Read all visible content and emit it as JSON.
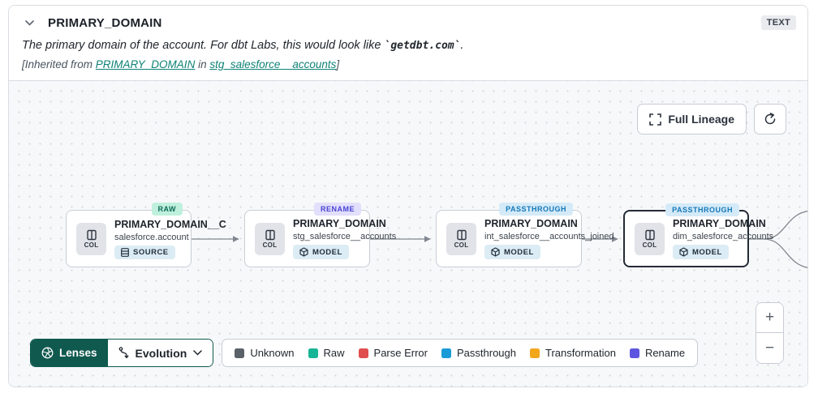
{
  "header": {
    "title": "PRIMARY_DOMAIN",
    "type_badge": "TEXT",
    "description_prefix": "The primary domain of the account. For dbt Labs, this would look like ",
    "description_code": "`getdbt.com`",
    "description_suffix": ".",
    "inherited_prefix": "[Inherited from ",
    "inherited_link_column": "PRIMARY_DOMAIN",
    "inherited_middle": " in ",
    "inherited_link_model": "stg_salesforce__accounts",
    "inherited_suffix": "]"
  },
  "canvas": {
    "full_lineage_label": "Full Lineage",
    "nodes": [
      {
        "evolution_badge": "RAW",
        "title": "PRIMARY_DOMAIN__C",
        "subtitle": "salesforce.account",
        "kind": "SOURCE",
        "col_label": "COL",
        "selected": false
      },
      {
        "evolution_badge": "RENAME",
        "title": "PRIMARY_DOMAIN",
        "subtitle": "stg_salesforce__accounts",
        "kind": "MODEL",
        "col_label": "COL",
        "selected": false
      },
      {
        "evolution_badge": "PASSTHROUGH",
        "title": "PRIMARY_DOMAIN",
        "subtitle": "int_salesforce__accounts_joined",
        "kind": "MODEL",
        "col_label": "COL",
        "selected": false
      },
      {
        "evolution_badge": "PASSTHROUGH",
        "title": "PRIMARY_DOMAIN",
        "subtitle": "dim_salesforce_accounts",
        "kind": "MODEL",
        "col_label": "COL",
        "selected": true
      }
    ]
  },
  "toolbar": {
    "lenses_label": "Lenses",
    "lens_selected": "Evolution"
  },
  "legend": {
    "items": [
      {
        "label": "Unknown",
        "color": "#5b6169"
      },
      {
        "label": "Raw",
        "color": "#16b596"
      },
      {
        "label": "Parse Error",
        "color": "#e04e4e"
      },
      {
        "label": "Passthrough",
        "color": "#1a9bd7"
      },
      {
        "label": "Transformation",
        "color": "#f2a71b"
      },
      {
        "label": "Rename",
        "color": "#5d55e0"
      }
    ]
  },
  "zoom_controls": {
    "zoom_in": "+",
    "zoom_out": "−"
  },
  "colors": {
    "accent_teal": "#10594e",
    "link_teal": "#0e8276",
    "edge_gray": "#80878f"
  }
}
